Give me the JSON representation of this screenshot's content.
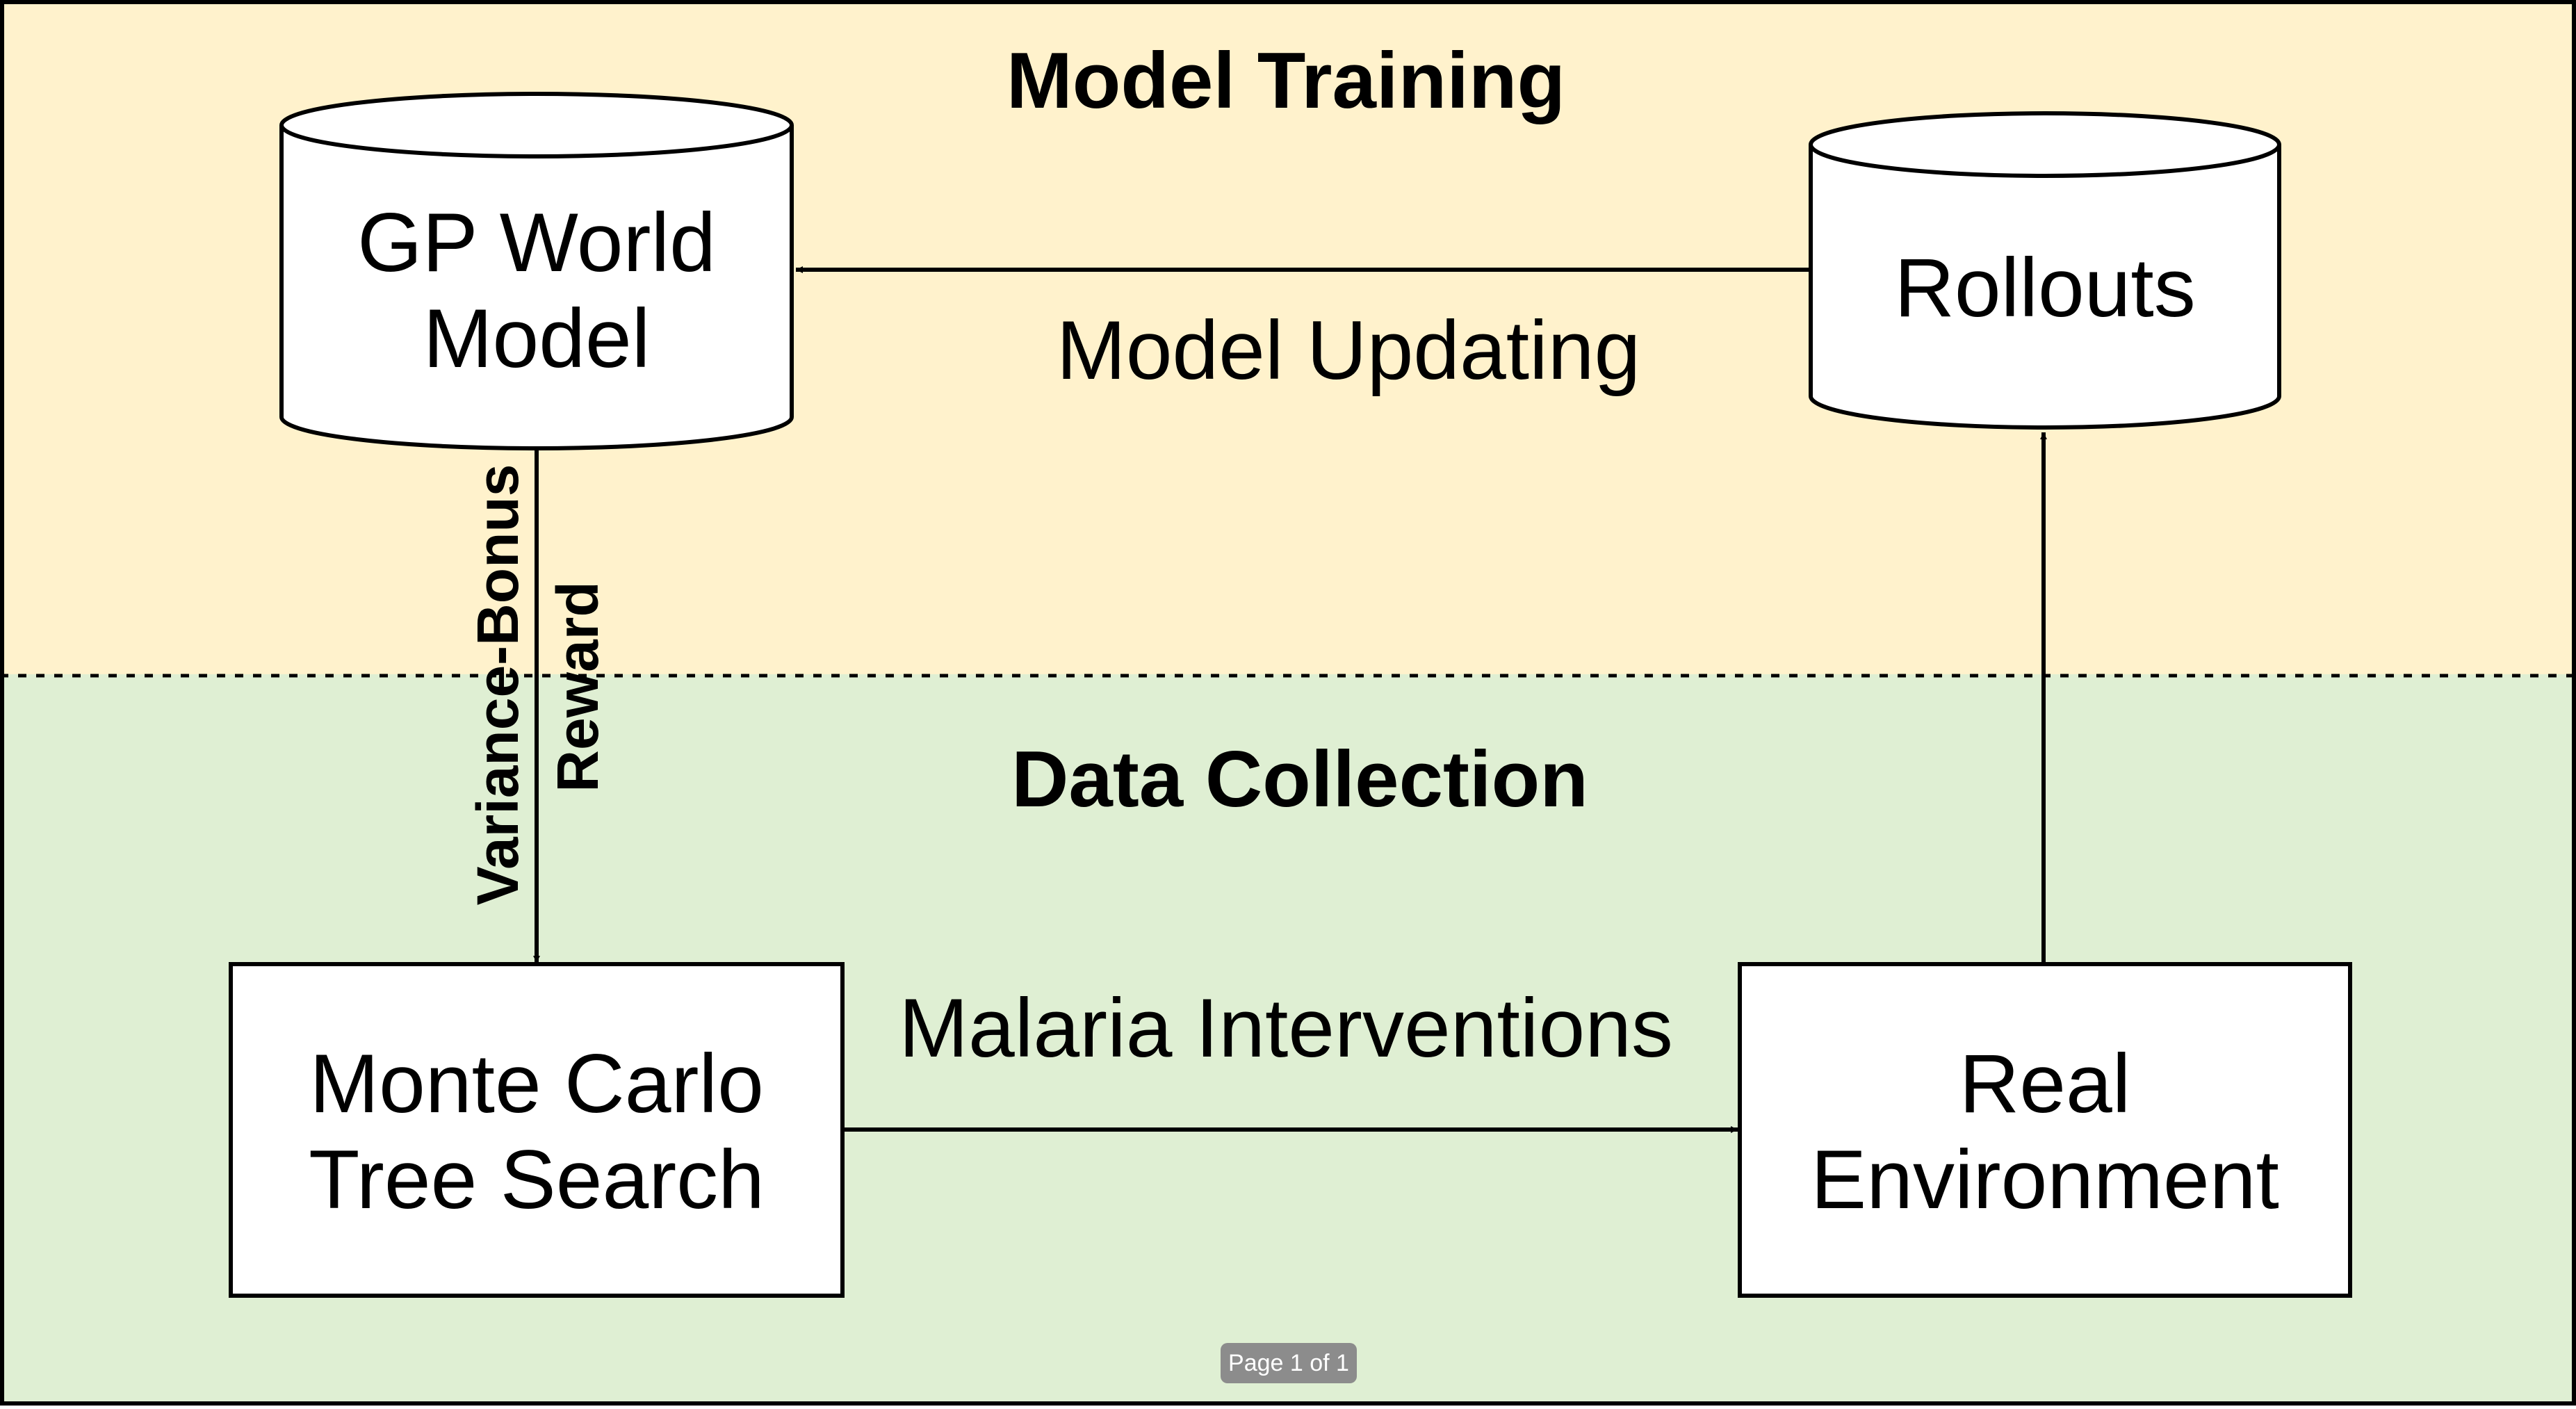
{
  "colors": {
    "model_training_bg": "#fff2cc",
    "data_collection_bg": "#dfefd3",
    "node_fill": "#ffffff",
    "stroke": "#000000",
    "page_indicator_bg": "#8c8c8c"
  },
  "sections": {
    "model_training": {
      "title": "Model Training"
    },
    "data_collection": {
      "title": "Data Collection"
    }
  },
  "nodes": {
    "gp_world_model": {
      "shape": "cylinder",
      "lines": [
        "GP World",
        "Model"
      ]
    },
    "rollouts": {
      "shape": "cylinder",
      "lines": [
        "Rollouts"
      ]
    },
    "mcts": {
      "shape": "rectangle",
      "lines": [
        "Monte Carlo",
        "Tree Search"
      ]
    },
    "real_environment": {
      "shape": "rectangle",
      "lines": [
        "Real",
        "Environment"
      ]
    }
  },
  "edges": {
    "model_updating": {
      "from": "rollouts",
      "to": "gp_world_model",
      "label": "Model Updating"
    },
    "variance_bonus_reward": {
      "from": "gp_world_model",
      "to": "mcts",
      "label_lines": [
        "Variance-Bonus",
        "Reward"
      ]
    },
    "malaria_interventions": {
      "from": "mcts",
      "to": "real_environment",
      "label": "Malaria Interventions"
    },
    "collect_rollouts": {
      "from": "real_environment",
      "to": "rollouts"
    }
  },
  "page_indicator": {
    "text": "Page 1 of 1"
  }
}
